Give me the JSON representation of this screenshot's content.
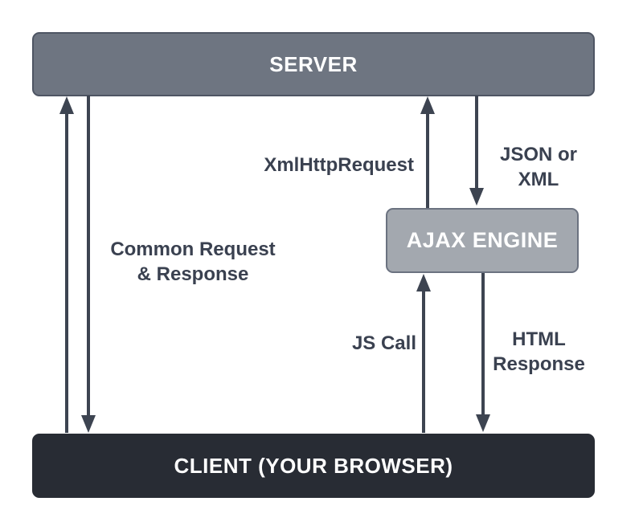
{
  "nodes": {
    "server": {
      "label": "SERVER"
    },
    "ajax_engine": {
      "label": "AJAX ENGINE"
    },
    "client": {
      "label": "CLIENT (YOUR BROWSER)"
    }
  },
  "edges": {
    "common_request_response": {
      "label": "Common Request\n& Response",
      "direction": "both"
    },
    "xml_http_request": {
      "label": "XmlHttpRequest",
      "direction": "client-to-server"
    },
    "json_or_xml": {
      "label": "JSON or\nXML",
      "direction": "server-to-ajax-engine"
    },
    "js_call": {
      "label": "JS Call",
      "direction": "client-to-ajax-engine"
    },
    "html_response": {
      "label": "HTML\nResponse",
      "direction": "ajax-engine-to-client"
    }
  },
  "colors": {
    "background": "#ffffff",
    "server_fill": "#6e7581",
    "server_border": "#4e5563",
    "ajax_fill": "#a3a8af",
    "ajax_border": "#6b7280",
    "client_fill": "#282c34",
    "arrow": "#3d4451",
    "label_text": "#3a4150",
    "node_text": "#ffffff"
  }
}
